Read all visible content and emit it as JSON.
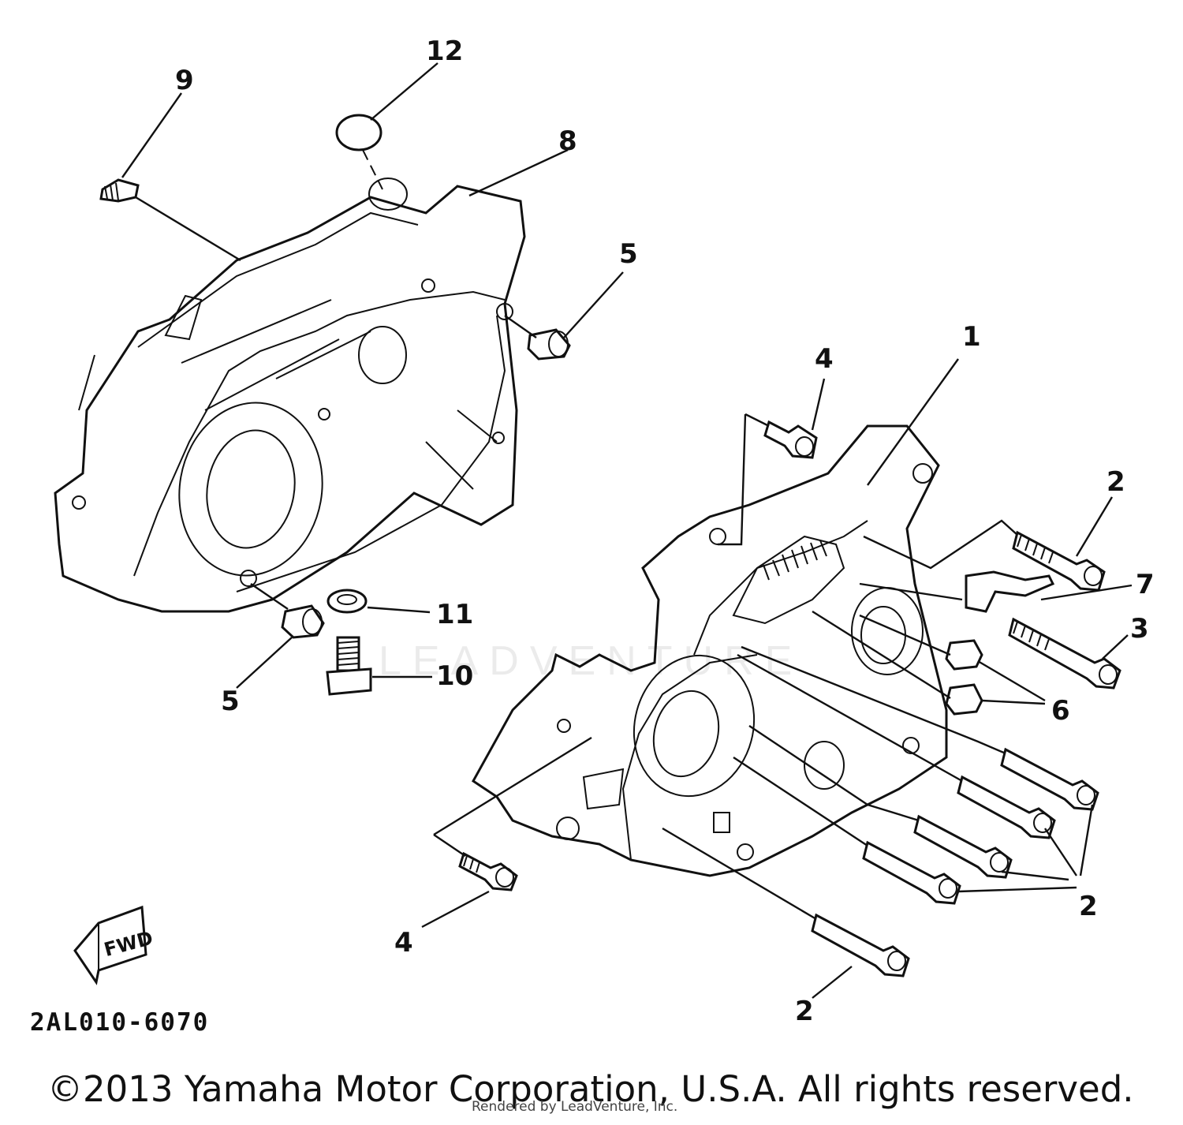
{
  "diagram": {
    "code": "2AL010-6070",
    "copyright": "©2013 Yamaha Motor Corporation, U.S.A. All rights reserved.",
    "rendered_by": "Rendered by LeadVenture, Inc.",
    "fwd_label": "FWD",
    "watermark": "LEADVENTURE"
  },
  "callouts": {
    "c1": "1",
    "c2a": "2",
    "c2b": "2",
    "c2c": "2",
    "c3": "3",
    "c4a": "4",
    "c4b": "4",
    "c5a": "5",
    "c5b": "5",
    "c6": "6",
    "c7": "7",
    "c8": "8",
    "c9": "9",
    "c10": "10",
    "c11": "11",
    "c12": "12"
  }
}
